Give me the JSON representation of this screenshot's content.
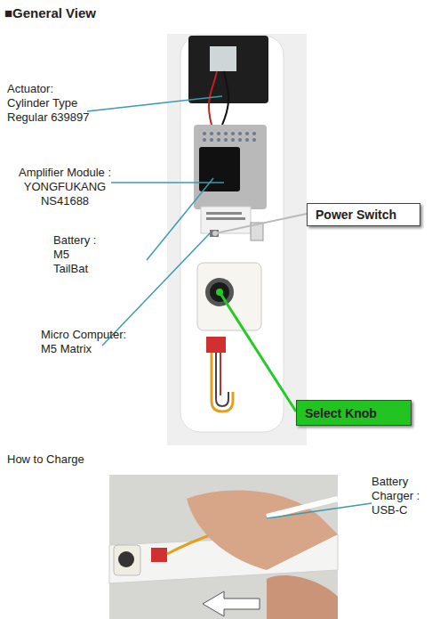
{
  "diagram": {
    "title": "■General View",
    "nodes": [
      {
        "text": [
          "Power Switch"
        ]
      },
      {
        "text": [
          "Select Knob"
        ]
      }
    ],
    "labels": [
      "Actuator: Cylinder Type Regular 639897",
      "Amplifier Module : YONGFUKANG NS41688",
      "Battery : M5 TailBat",
      "Micro Computer: M5 Matrix",
      "How to Charge",
      "Battery Charger : USB-C"
    ]
  }
}
